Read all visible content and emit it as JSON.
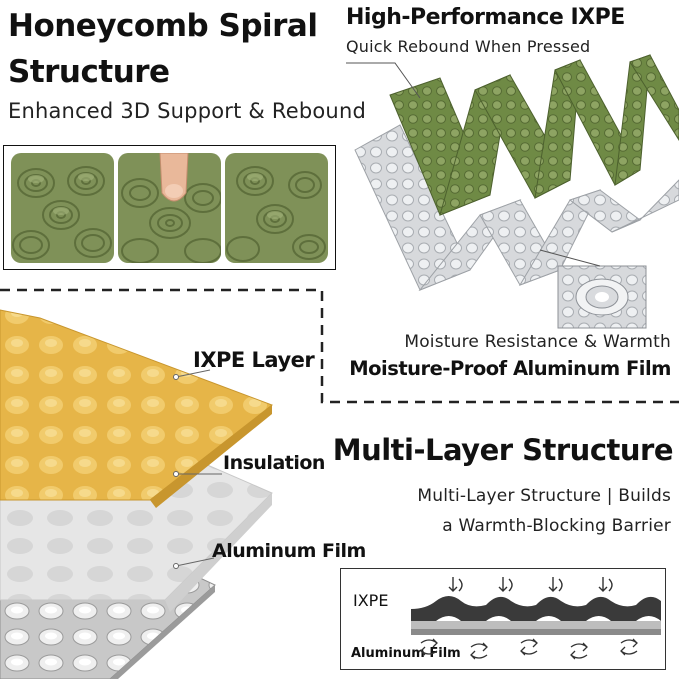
{
  "honeycomb": {
    "title_line1": "Honeycomb Spiral",
    "title_line2": "Structure",
    "subtitle": "Enhanced 3D Support & Rebound",
    "foam_color": "#7f9158"
  },
  "ixpe": {
    "title": "High-Performance IXPE",
    "subtitle": "Quick Rebound When Pressed",
    "green_color": "#6f8a45",
    "silver_color": "#cfd2d6"
  },
  "moisture": {
    "subtitle": "Moisture Resistance & Warmth",
    "title": "Moisture-Proof Aluminum Film"
  },
  "layers": {
    "ixpe_label": "IXPE Layer",
    "insulation_label": "Insulation",
    "aluminum_label": "Aluminum Film",
    "ixpe_color": "#e8b84a",
    "insulation_color": "#e4e4e4",
    "aluminum_color": "#cccccc"
  },
  "multilayer": {
    "title": "Multi-Layer Structure",
    "subtitle_line1": "Multi-Layer Structure | Builds",
    "subtitle_line2": "a Warmth-Blocking Barrier"
  },
  "diagram": {
    "ixpe_label": "IXPE",
    "aluminum_label": "Aluminum Film"
  }
}
